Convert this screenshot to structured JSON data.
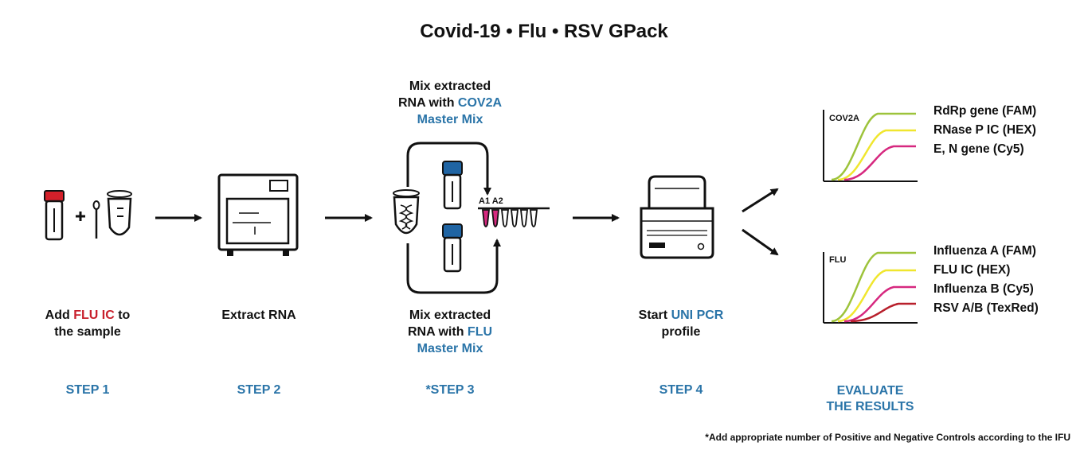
{
  "title": "Covid-19 • Flu • RSV GPack",
  "steps": [
    {
      "label": "STEP 1",
      "caption_pre": "Add ",
      "caption_highlight": "FLU IC",
      "caption_post": " to",
      "caption_line2": "the sample"
    },
    {
      "label": "STEP 2",
      "caption": "Extract RNA"
    },
    {
      "label": "*STEP 3",
      "top_line1": "Mix extracted",
      "top_line2_pre": "RNA with ",
      "top_line2_highlight": "COV2A",
      "top_line3": "Master Mix",
      "bottom_line1": "Mix extracted",
      "bottom_line2_pre": "RNA with ",
      "bottom_line2_highlight": "FLU",
      "bottom_line3": "Master Mix",
      "well_labels": "A1 A2"
    },
    {
      "label": "STEP 4",
      "caption_pre": "Start ",
      "caption_highlight": "UNI PCR",
      "caption_line2": "profile"
    },
    {
      "label_line1": "EVALUATE",
      "label_line2": "THE RESULTS"
    }
  ],
  "plots": [
    {
      "label": "COV2A",
      "legend": [
        "RdRp gene (FAM)",
        "RNase P IC (HEX)",
        "E, N gene (Cy5)"
      ],
      "colors": [
        "#9dc33b",
        "#f0e62e",
        "#d6287f"
      ]
    },
    {
      "label": "FLU",
      "legend": [
        "Influenza A (FAM)",
        "FLU IC (HEX)",
        "Influenza B (Cy5)",
        "RSV A/B (TexRed)"
      ],
      "colors": [
        "#9dc33b",
        "#f0e62e",
        "#d6287f",
        "#b8202c"
      ]
    }
  ],
  "colors": {
    "accent_blue": "#2a74a8",
    "accent_red": "#c8202c",
    "tube_cap_red": "#d4202a",
    "tube_cap_blue": "#1f64a3"
  },
  "footnote": "*Add appropriate number of Positive and Negative Controls according to the IFU"
}
